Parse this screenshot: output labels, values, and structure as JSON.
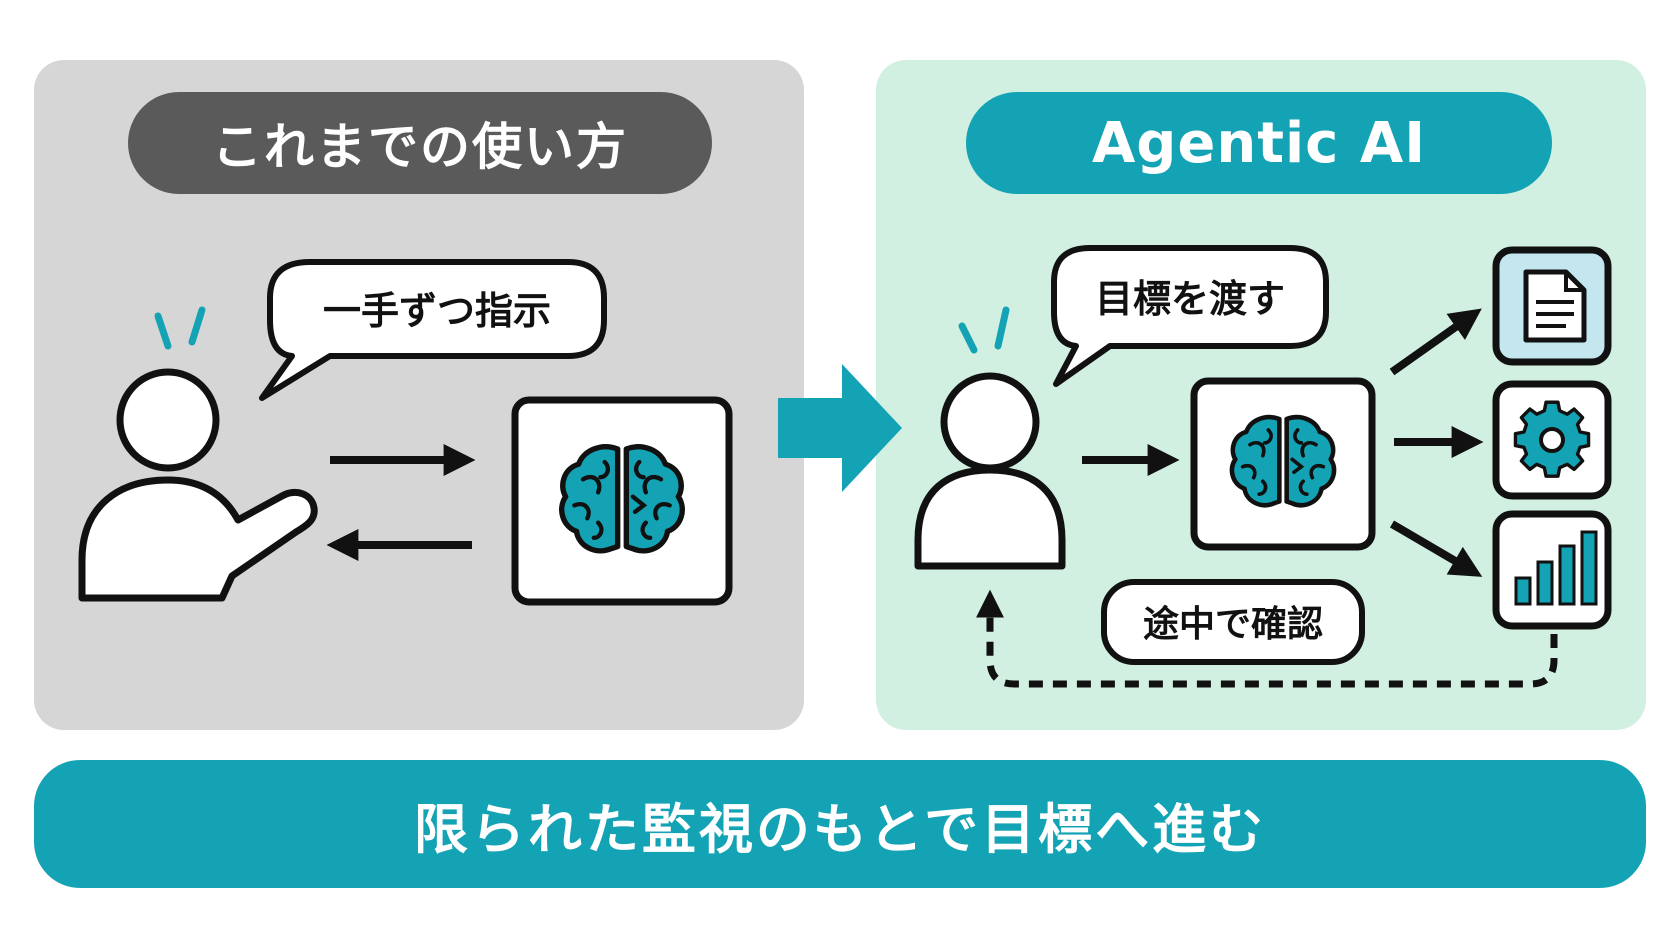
{
  "left": {
    "title": "これまでの使い方",
    "bubble": "一手ずつ指示"
  },
  "right": {
    "title": "Agentic AI",
    "bubble": "目標を渡す",
    "check_label": "途中で確認",
    "outputs": [
      {
        "icon": "document-icon"
      },
      {
        "icon": "gear-icon"
      },
      {
        "icon": "bar-chart-icon"
      }
    ]
  },
  "footer": {
    "caption": "限られた監視のもとで目標へ進む"
  },
  "colors": {
    "teal": "#14a3b4",
    "gray_pill": "#5a5a5a",
    "left_bg": "#d6d6d6",
    "right_bg": "#d2f0e1"
  }
}
